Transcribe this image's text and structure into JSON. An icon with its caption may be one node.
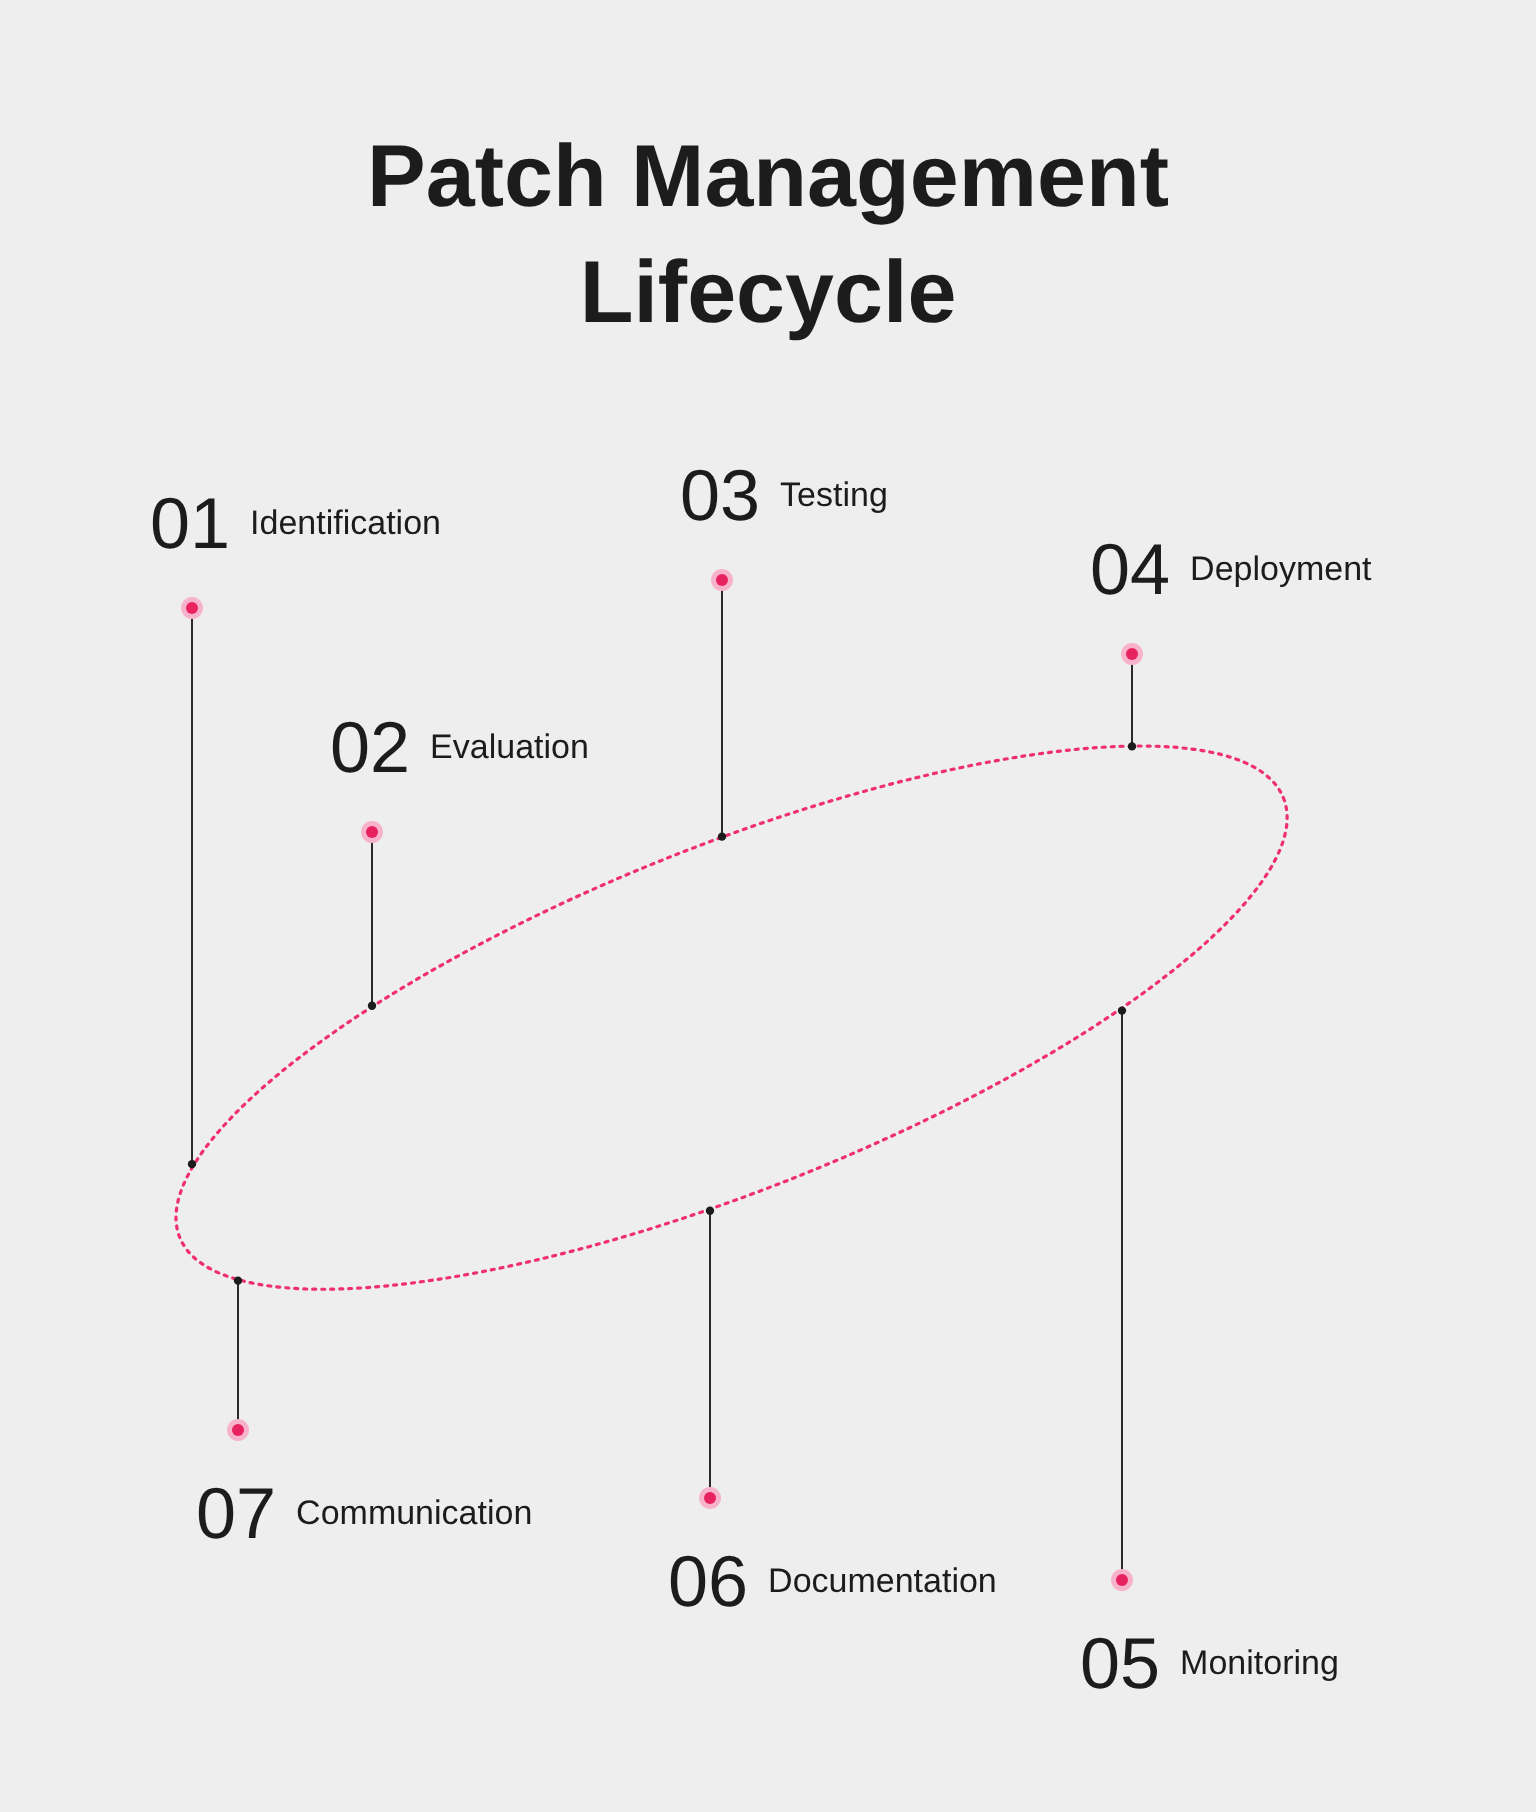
{
  "diagram": {
    "title": "Patch Management Lifecycle",
    "nodes": [
      {
        "text": [
          "01",
          "Identification"
        ]
      },
      {
        "text": [
          "02",
          "Evaluation"
        ]
      },
      {
        "text": [
          "03",
          "Testing"
        ]
      },
      {
        "text": [
          "04",
          "Deployment"
        ]
      },
      {
        "text": [
          "05",
          "Monitoring"
        ]
      },
      {
        "text": [
          "06",
          "Documentation"
        ]
      },
      {
        "text": [
          "07",
          "Communication"
        ]
      },
      {
        "text": [],
        "shape": "ellipse"
      }
    ],
    "edges": [
      {
        "from": 0,
        "to": 7,
        "arrow": "other"
      },
      {
        "from": 1,
        "to": 7,
        "arrow": "other"
      },
      {
        "from": 2,
        "to": 7,
        "arrow": "other"
      },
      {
        "from": 3,
        "to": 7,
        "arrow": "other"
      },
      {
        "from": 4,
        "to": 7,
        "arrow": "other"
      },
      {
        "from": 5,
        "to": 7,
        "arrow": "other"
      },
      {
        "from": 6,
        "to": 7,
        "arrow": "other"
      }
    ]
  }
}
